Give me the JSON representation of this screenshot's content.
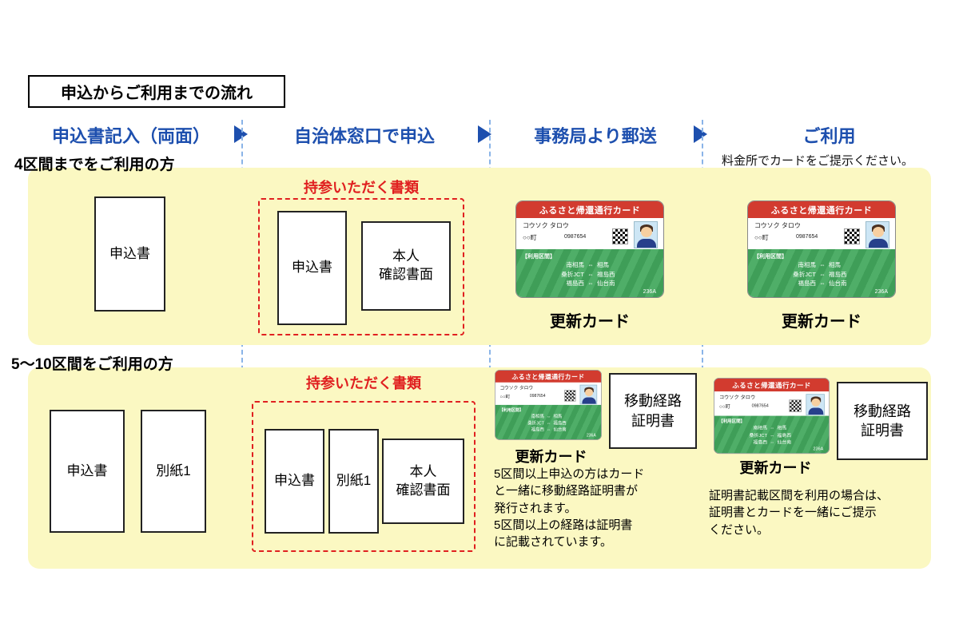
{
  "title_box": "申込からご利用までの流れ",
  "steps": {
    "s1": "申込書記入（両面）",
    "s2": "自治体窓口で申込",
    "s3": "事務局より郵送",
    "s4": "ご利用",
    "s4_note": "料金所でカードをご提示ください。"
  },
  "row1": {
    "label": "4区間までをご利用の方",
    "doc1": "申込書",
    "bring_title": "持参いただく書類",
    "bring_doc1": "申込書",
    "bring_doc2": "本人\n確認書面",
    "card_caption1": "更新カード",
    "card_caption2": "更新カード"
  },
  "row2": {
    "label": "5～10区間をご利用の方",
    "doc1": "申込書",
    "doc2": "別紙1",
    "bring_title": "持参いただく書類",
    "bring_doc1": "申込書",
    "bring_doc2": "別紙1",
    "bring_doc3": "本人\n確認書面",
    "card_caption1": "更新カード",
    "card_caption2": "更新カード",
    "certificate1": "移動経路\n証明書",
    "certificate2": "移動経路\n証明書",
    "note1": "5区間以上申込の方はカード\nと一緒に移動経路証明書が\n発行されます。\n5区間以上の経路は証明書\nに記載されています。",
    "note2": "証明書記載区間を利用の場合は、\n証明書とカードを一緒にご提示\nください。"
  },
  "card": {
    "title": "ふるさと帰還通行カード",
    "name": "コウソク タロウ",
    "town": "○○町",
    "number": "0987654",
    "section_label": "【利用区間】",
    "sep": "⇔",
    "route1_from": "南相馬",
    "route1_to": "相馬",
    "route2_from": "桑折JCT",
    "route2_to": "福島西",
    "route3_from": "福島西",
    "route3_to": "仙台南",
    "code": "236A"
  }
}
